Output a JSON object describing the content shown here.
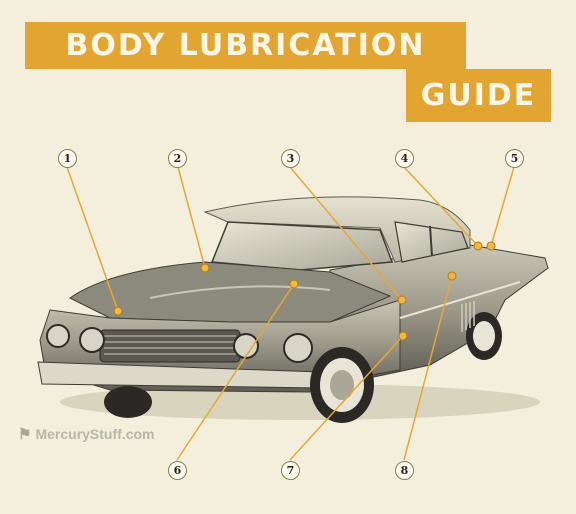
{
  "title": {
    "line1": "BODY LUBRICATION",
    "line2": "GUIDE"
  },
  "callouts": [
    "1",
    "2",
    "3",
    "4",
    "5",
    "6",
    "7",
    "8"
  ],
  "watermark": "MercuryStuff.com",
  "colors": {
    "banner": "#e3a531",
    "banner_text": "#fbf6e6",
    "background": "#f3efdc",
    "leader": "#e4a834",
    "car_body": "#9c9a8c",
    "car_dark": "#4b4a43"
  },
  "illustration": "vintage sedan side-front view"
}
